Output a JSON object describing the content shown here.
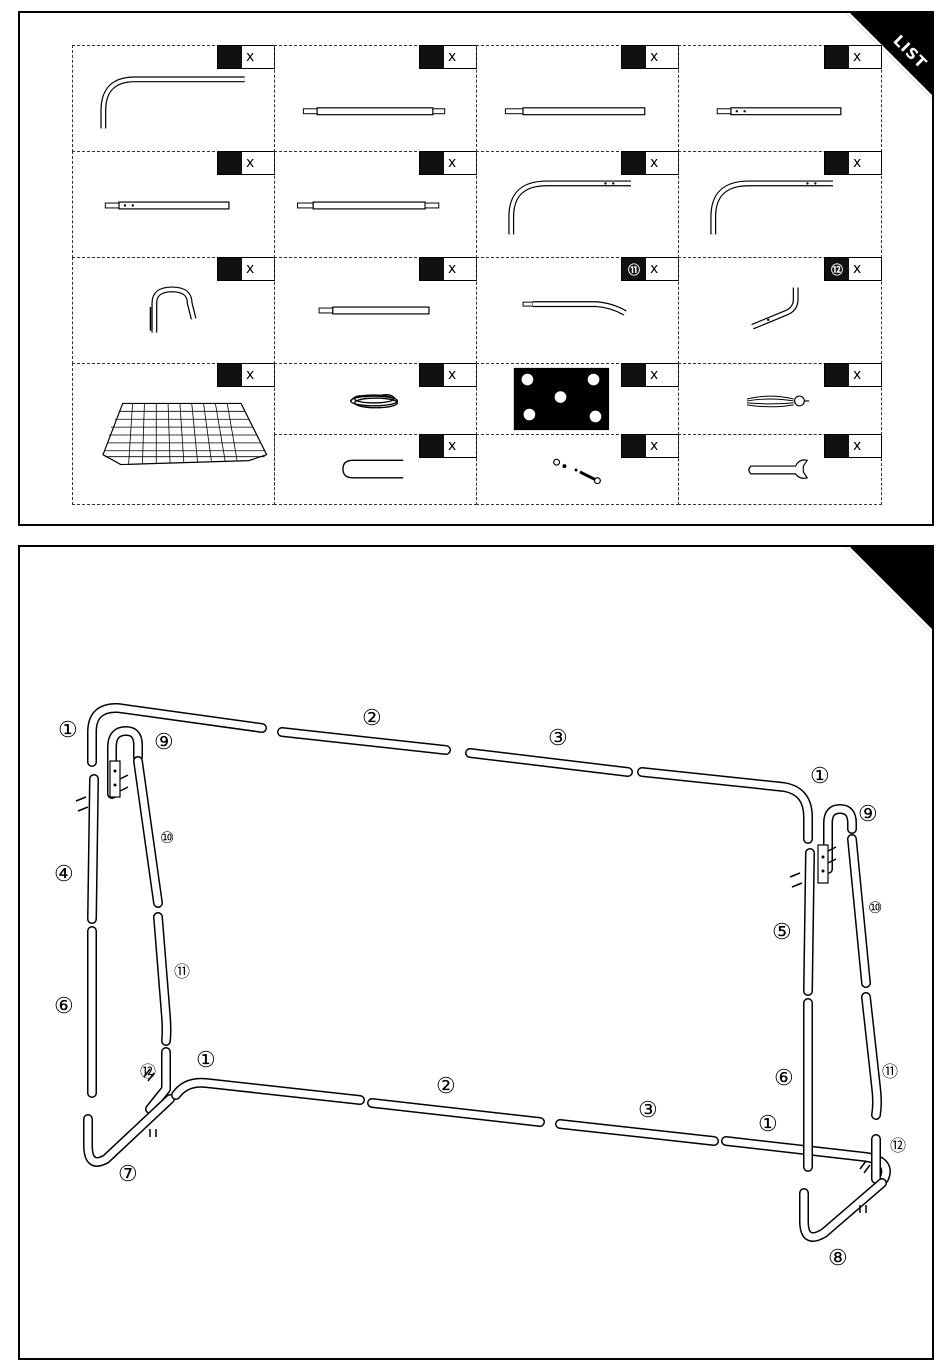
{
  "list_panel": {
    "corner_label": "LIST",
    "qty_marker": "x",
    "parts": [
      {
        "badge": "",
        "icon": "curved-end-tube-icon"
      },
      {
        "badge": "",
        "icon": "straight-tube-icon"
      },
      {
        "badge": "",
        "icon": "straight-tube-icon"
      },
      {
        "badge": "",
        "icon": "holed-tube-icon"
      },
      {
        "badge": "",
        "icon": "holed-tube-icon"
      },
      {
        "badge": "",
        "icon": "straight-tube-icon"
      },
      {
        "badge": "",
        "icon": "curved-holed-tube-icon"
      },
      {
        "badge": "",
        "icon": "curved-holed-tube-icon"
      },
      {
        "badge": "",
        "icon": "u-bracket-icon"
      },
      {
        "badge": "",
        "icon": "straight-tube-icon"
      },
      {
        "badge": "⑪",
        "icon": "bent-tube-icon"
      },
      {
        "badge": "⑫",
        "icon": "elbow-tube-icon"
      },
      {
        "badge": "",
        "icon": "net-icon"
      },
      {
        "badge": "",
        "icon": "cord-icon"
      },
      {
        "badge": "",
        "icon": "target-sheet-icon"
      },
      {
        "badge": "",
        "icon": "ties-icon"
      },
      {
        "badge": "",
        "icon": "peg-icon"
      },
      {
        "badge": "",
        "icon": "bolt-set-icon"
      },
      {
        "badge": "",
        "icon": "wrench-icon"
      }
    ]
  },
  "assembly_panel": {
    "labels": [
      "①",
      "②",
      "③",
      "①",
      "⑨",
      "⑩",
      "④",
      "⑪",
      "⑥",
      "⑫",
      "①",
      "⑦",
      "②",
      "③",
      "①",
      "⑨",
      "⑤",
      "⑩",
      "⑥",
      "⑪",
      "⑫",
      "⑧"
    ]
  }
}
